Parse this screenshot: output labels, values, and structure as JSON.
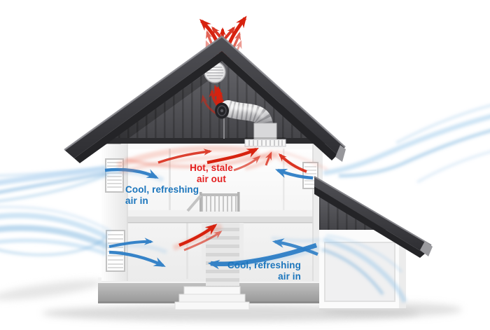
{
  "labels": {
    "hot_stale_air_out": "Hot, stale\nair out",
    "cool_refreshing_air_in_upper": "Cool, refreshing\nair in",
    "cool_refreshing_air_in_lower": "Cool, refreshing\nair in"
  },
  "colors": {
    "hot_air_arrow": "#d7220f",
    "hot_label_text": "#e31f1f",
    "cool_air_arrow": "#2d7ec6",
    "cool_air_wisp": "#9ec9ec",
    "cool_label_text": "#1b75bc",
    "roof": "#3a3a3e",
    "attic_interior": "#55555a",
    "wall": "#f5f5f5",
    "foundation": "#a5a5a5"
  },
  "icons": [
    "gable-vent-icon",
    "whole-house-fan-icon",
    "flexible-duct-icon",
    "ceiling-grille-icon",
    "staircase-icon",
    "window-icon",
    "exhaust-arrows-icon",
    "intake-arrows-icon"
  ]
}
